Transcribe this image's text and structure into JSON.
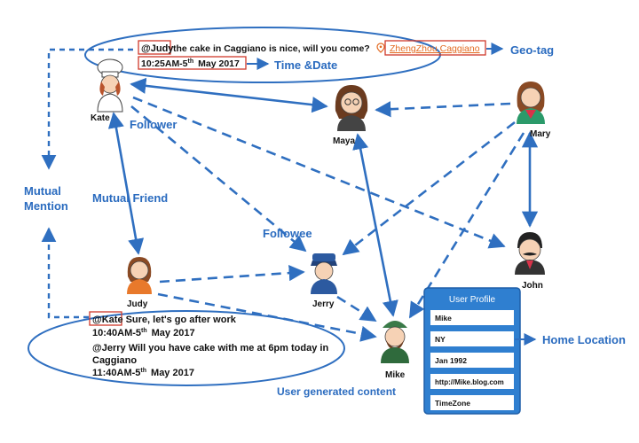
{
  "colors": {
    "blue": "#2f6fc0",
    "label_blue": "#2a6bbf",
    "orange": "#e36b22",
    "red_box": "#d0392b",
    "panel": "#2f7fd0",
    "panel_border": "#1f5fa8"
  },
  "people": {
    "kate": "Kate",
    "maya": "Maya",
    "mary": "Mary",
    "judy": "Judy",
    "jerry": "Jerry",
    "mike": "Mike",
    "john": "John"
  },
  "top_post": {
    "mention": "@Judy",
    "text": "the cake in Caggiano is nice, will you come?",
    "place": "ZhengZhou Caggiano",
    "time": "10:25AM-5",
    "time_sup": "th",
    "time_rest": "May 2017"
  },
  "bottom_post": {
    "mention": "@Kate",
    "line1": "Sure, let's go after work",
    "line2": "10:40AM-5",
    "line2_sup": "th",
    "line2_rest": "May 2017",
    "line3": "@Jerry Will you have cake with me at 6pm today in",
    "line4": "Caggiano",
    "line5": "11:40AM-5",
    "line5_sup": "th",
    "line5_rest": "May 2017"
  },
  "labels": {
    "geo_tag": "Geo-tag",
    "time_date": "Time &Date",
    "follower": "Follower",
    "followee": "Followee",
    "mutual_friend": "Mutual Friend",
    "mutual_mention_1": "Mutual",
    "mutual_mention_2": "Mention",
    "user_generated": "User generated content",
    "home_location": "Home Location"
  },
  "profile": {
    "title": "User Profile",
    "fields": [
      "Mike",
      "NY",
      "Jan 1992",
      "http://Mike.blog.com",
      "TimeZone"
    ]
  },
  "icons": {
    "location": "location-pin-icon"
  }
}
